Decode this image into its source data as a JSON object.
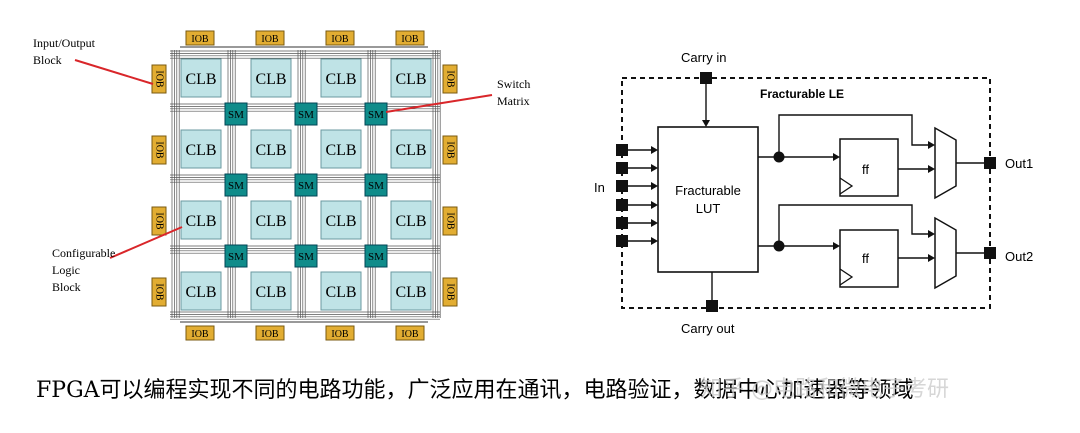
{
  "fpga": {
    "clb_label": "CLB",
    "sm_label": "SM",
    "iob_label": "IOB",
    "callout_io": [
      "Input/Output",
      "Block"
    ],
    "callout_sm": [
      "Switch",
      "Matrix"
    ],
    "callout_clb": [
      "Configurable",
      "Logic",
      "Block"
    ]
  },
  "le": {
    "title": "Fracturable LE",
    "carry_in": "Carry in",
    "carry_out": "Carry out",
    "in_label": "In",
    "lut_label": [
      "Fracturable",
      "LUT"
    ],
    "ff_label": "ff",
    "out1": "Out1",
    "out2": "Out2"
  },
  "caption": "FPGA可以编程实现不同的电路功能，广泛应用在通讯，电路验证，数据中心加速器等领域",
  "watermark": "知乎 @电路和微电子考研",
  "colors": {
    "clb_fill": "#bfe3e6",
    "sm_fill": "#0f8c8a",
    "iob_fill": "#e2ad32",
    "callout": "#d9262a"
  }
}
